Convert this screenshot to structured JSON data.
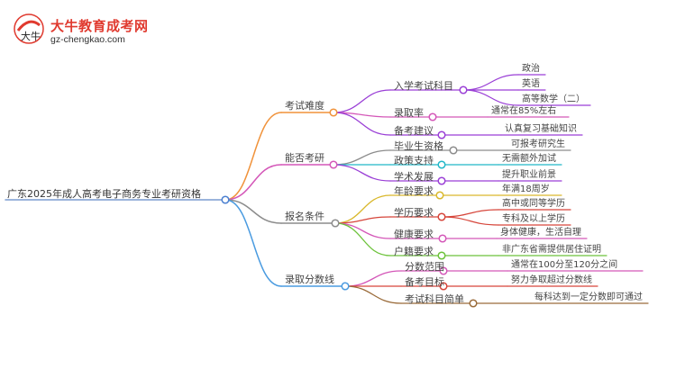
{
  "brand": {
    "title": "大牛教育成考网",
    "url": "gz-chengkao.com",
    "logo_text": "大牛"
  },
  "root": {
    "label": "广东2025年成人高考电子商务专业考研资格"
  },
  "colors": {
    "orange": "#f0923a",
    "magenta": "#d457b8",
    "gray": "#8c8c8c",
    "blue": "#4a9be0",
    "purple": "#9a3fd6",
    "red": "#d6453a",
    "green": "#6cc23a",
    "cyan": "#21b7c8",
    "yellow": "#d9b82c",
    "brown": "#9a6b3a"
  },
  "branches": [
    {
      "label": "考试难度",
      "children": [
        {
          "label": "入学考试科目",
          "children": [
            "政治",
            "英语",
            "高等数学（二）"
          ]
        },
        {
          "label": "录取率",
          "children": [
            "通常在85%左右"
          ]
        },
        {
          "label": "备考建议",
          "children": [
            "认真复习基础知识"
          ]
        }
      ]
    },
    {
      "label": "能否考研",
      "children": [
        {
          "label": "毕业生资格",
          "children": [
            "可报考研究生"
          ]
        },
        {
          "label": "政策支持",
          "children": [
            "无需额外加试"
          ]
        },
        {
          "label": "学术发展",
          "children": [
            "提升职业前景"
          ]
        }
      ]
    },
    {
      "label": "报名条件",
      "children": [
        {
          "label": "年龄要求",
          "children": [
            "年满18周岁"
          ]
        },
        {
          "label": "学历要求",
          "children": [
            "高中或同等学历",
            "专科及以上学历"
          ]
        },
        {
          "label": "健康要求",
          "children": [
            "身体健康，生活自理"
          ]
        },
        {
          "label": "户籍要求",
          "children": [
            "非广东省需提供居住证明"
          ]
        }
      ]
    },
    {
      "label": "录取分数线",
      "children": [
        {
          "label": "分数范围",
          "children": [
            "通常在100分至120分之间"
          ]
        },
        {
          "label": "备考目标",
          "children": [
            "努力争取超过分数线"
          ]
        },
        {
          "label": "考试科目简单",
          "children": [
            "每科达到一定分数即可通过"
          ]
        }
      ]
    }
  ]
}
